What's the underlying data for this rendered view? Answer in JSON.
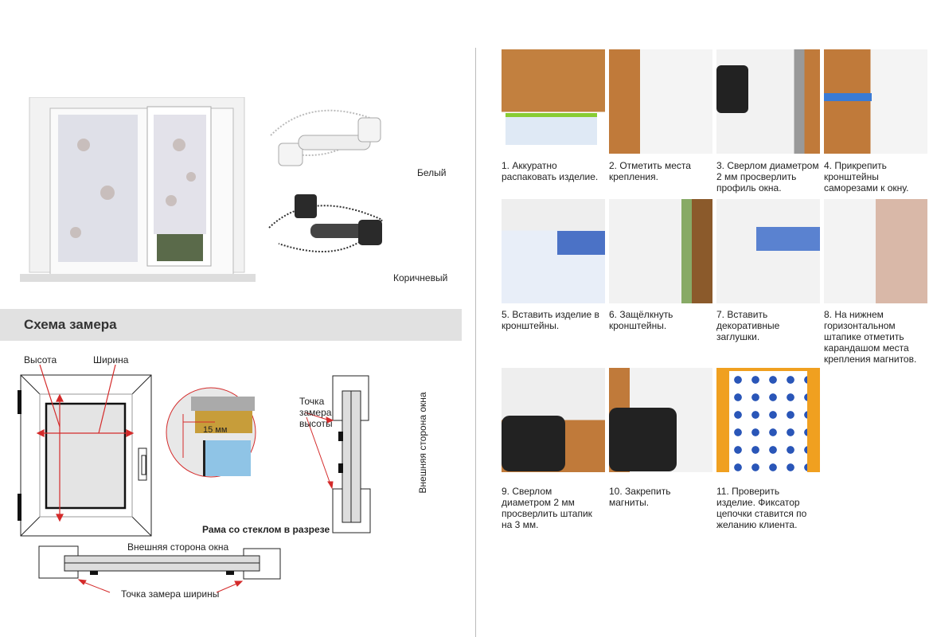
{
  "products": {
    "white_label": "Белый",
    "brown_label": "Коричневый"
  },
  "scheme": {
    "title": "Схема замера",
    "height_label": "Высота",
    "width_label": "Ширина",
    "offset_label": "15 мм",
    "height_point_label": "Точка\nзамера\nвысоты",
    "outer_side_vertical": "Внешняя сторона окна",
    "section_title": "Рама со стеклом в разрезе",
    "outer_side_horizontal": "Внешняя сторона окна",
    "width_point_label": "Точка замера ширины"
  },
  "steps": [
    {
      "caption": "1. Аккуратно\nраспаковать изделие."
    },
    {
      "caption": "2. Отметить места\nкрепления."
    },
    {
      "caption": "3. Сверлом диаметром\n2 мм просверлить\nпрофиль окна."
    },
    {
      "caption": "4. Прикрепить\nкронштейны\nсаморезами к окну."
    },
    {
      "caption": "5. Вставить изделие в\nкронштейны."
    },
    {
      "caption": "6. Защёлкнуть\nкронштейны."
    },
    {
      "caption": "7. Вставить\nдекоративные\nзаглушки."
    },
    {
      "caption": "8. На нижнем\nгоризонтальном\nштапике отметить\nкарандашом места\nкрепления магнитов."
    },
    {
      "caption": "9. Сверлом\nдиаметром 2 мм\nпросверлить штапик\nна 3 мм."
    },
    {
      "caption": "10. Закрепить\nмагниты."
    },
    {
      "caption": "11. Проверить\nизделие. Фиксатор\nцепочки ставится по\nжеланию клиента."
    }
  ],
  "colors": {
    "accent_red": "#d42a2a",
    "orange": "#f0a020",
    "blue_print": "#2a56b8"
  }
}
